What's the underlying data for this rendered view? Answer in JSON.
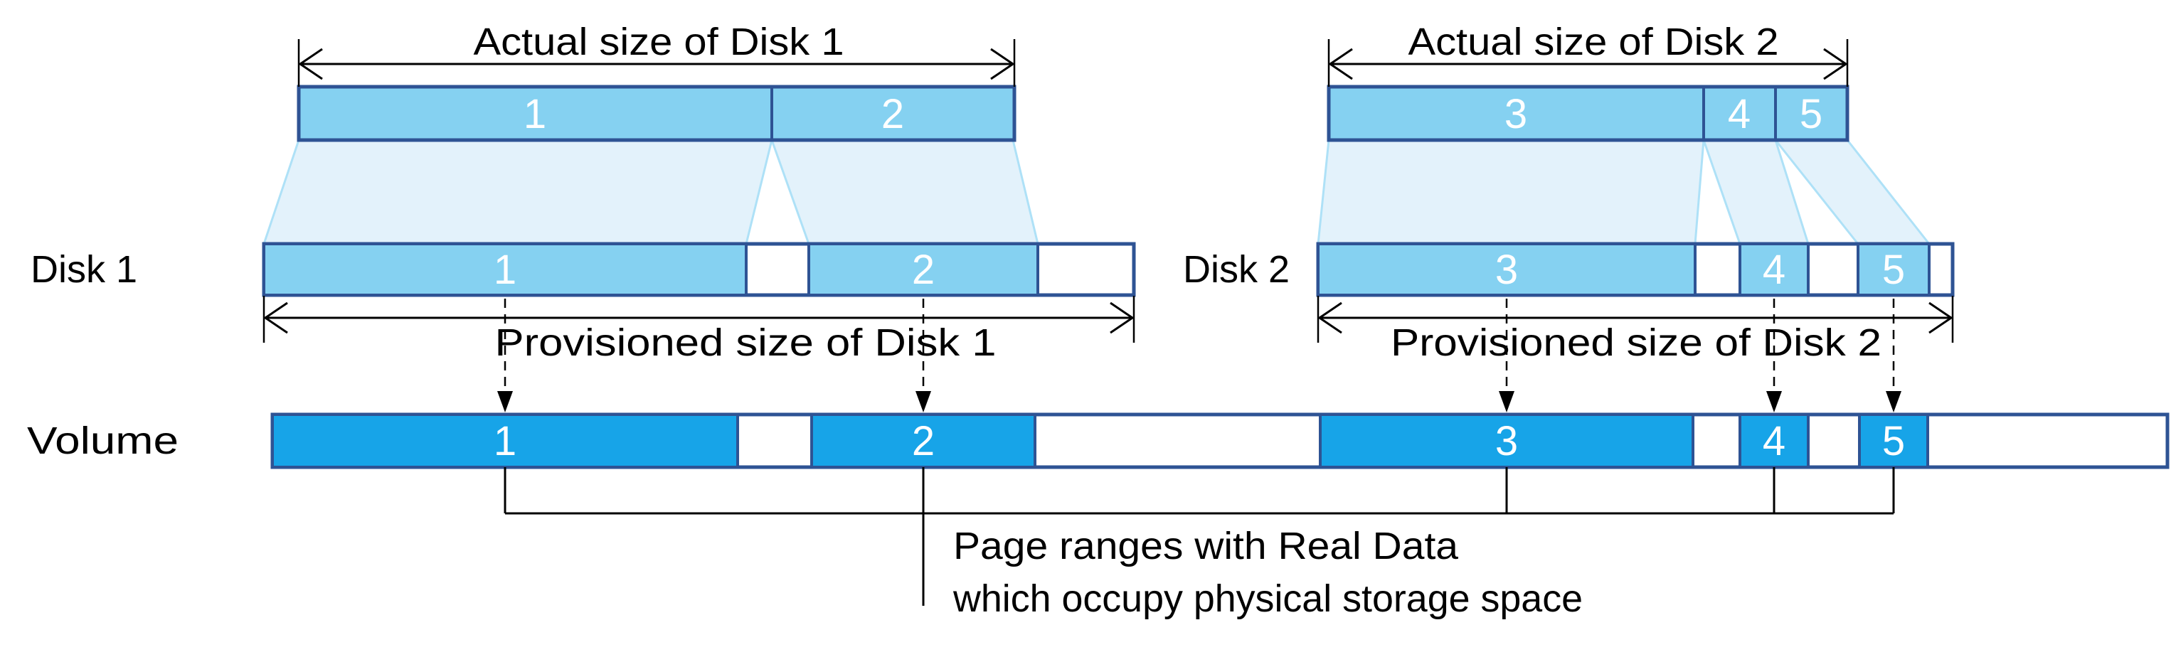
{
  "colors": {
    "segment_fill": "#85D1F1",
    "volume_fill": "#17A4E8",
    "border": "#2E5394",
    "funnel_fill": "#E3F2FB",
    "funnel_edge": "#AEE1F7",
    "line_and_text": "#000000",
    "segment_number_text": "#FFFFFF",
    "empty_fill": "#FFFFFF",
    "background": "#FFFFFF"
  },
  "disk1": {
    "name": "Disk 1",
    "actual_size_label": "Actual size of Disk 1",
    "provisioned_size_label": "Provisioned size of Disk 1",
    "actual_segments": [
      "1",
      "2"
    ],
    "provisioned_segments": [
      "1",
      "2"
    ]
  },
  "disk2": {
    "name": "Disk 2",
    "actual_size_label": "Actual size of Disk 2",
    "provisioned_size_label": "Provisioned size of Disk 2",
    "actual_segments": [
      "3",
      "4",
      "5"
    ],
    "provisioned_segments": [
      "3",
      "4",
      "5"
    ]
  },
  "volume": {
    "name": "Volume",
    "segments": [
      "1",
      "2",
      "3",
      "4",
      "5"
    ]
  },
  "annotation": {
    "line1": "Page ranges with Real Data",
    "line2": "which occupy physical storage space"
  }
}
